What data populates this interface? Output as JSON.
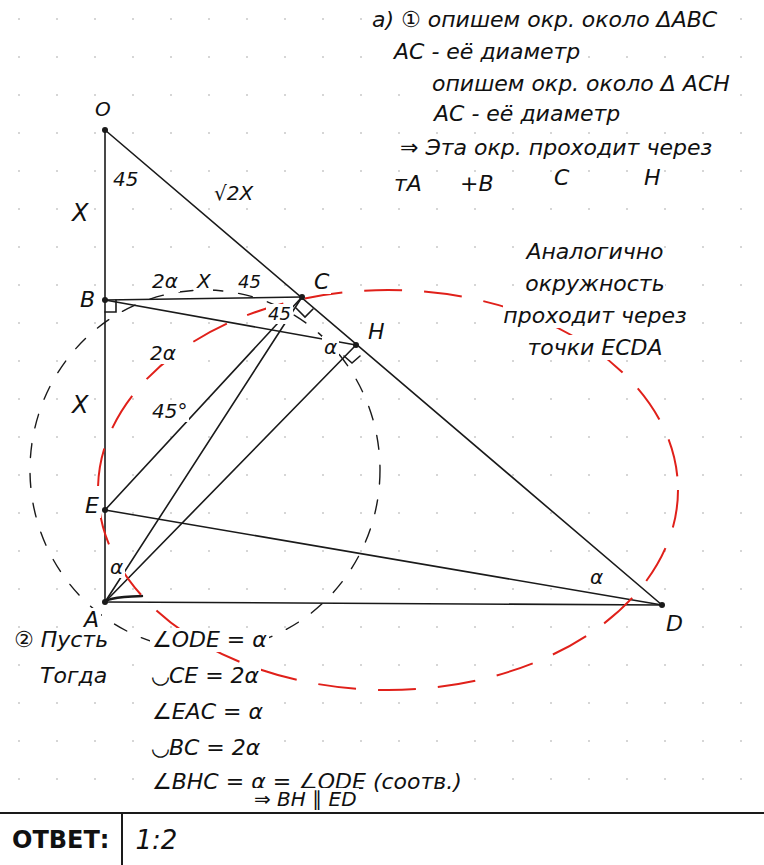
{
  "diagram": {
    "nodes": [
      {
        "text": [
          "ОТВЕТ:",
          "1:2"
        ]
      }
    ],
    "labels": [
      "а) ① опишем окр. около ΔABC",
      "AC - её диаметр",
      "опишем окр. около Δ ACH",
      "AC - её диаметр",
      "⇒ Эта окр. проходит через",
      "тA",
      "+B",
      "C",
      "H",
      "Аналогично окружность проходит через точки ECDA",
      "O",
      "45",
      "X",
      "√2X",
      "B",
      "2α",
      "X",
      "45",
      "C",
      "45",
      "α",
      "H",
      "X",
      "2α",
      "45°",
      "E",
      "α",
      "A",
      "D",
      "α",
      "② Пусть",
      "∠ODE = α",
      "Тогда",
      "◡CE = 2α",
      "∠EAC = α",
      "◡BC = 2α",
      "∠BHC = α = ∠ODE (соотв.)",
      "⇒ BH ∥ ED"
    ]
  }
}
